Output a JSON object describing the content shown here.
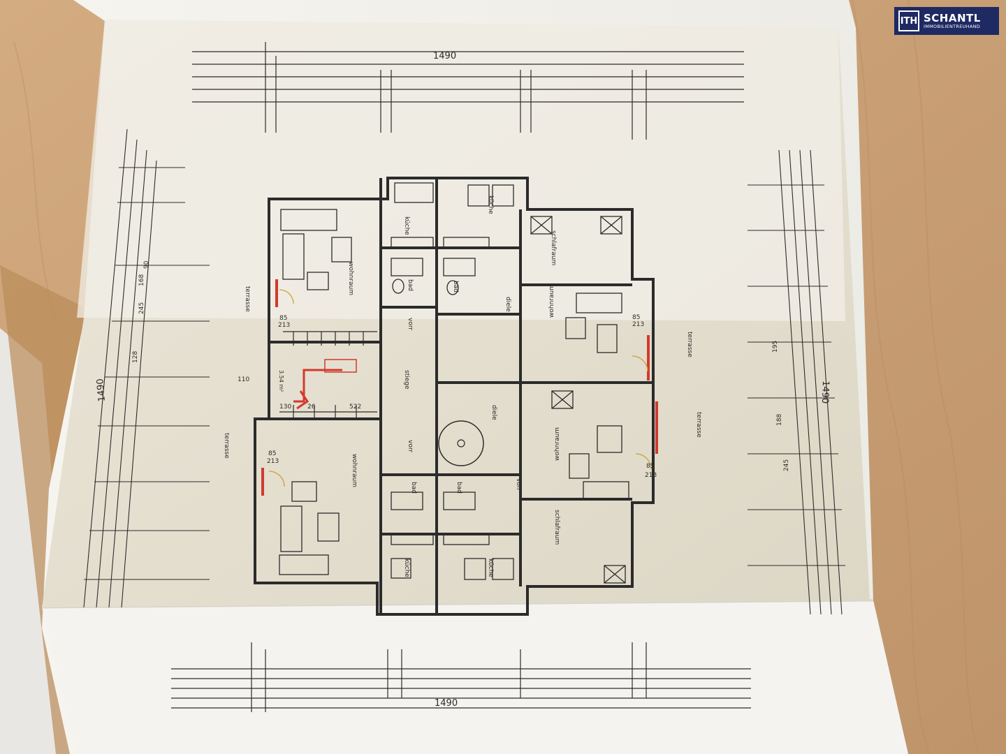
{
  "logo": {
    "mark": "ITH",
    "name": "SCHANTL",
    "subtitle": "IMMOBILIENTREUHAND",
    "background": "#1f2a63"
  },
  "plan": {
    "overall_width_top": "1490",
    "overall_width_bottom": "1490",
    "overall_height_left": "1490",
    "overall_height_right": "1490",
    "rooms": {
      "wohnraum": "wohnraum",
      "kueche": "küche",
      "bad": "bad",
      "vorr": "vorr",
      "schlafraum": "schlafraum",
      "diele": "diele",
      "terrasse": "terrasse",
      "stiege": "stiege"
    },
    "dims": {
      "d85": "85",
      "d213": "213",
      "d110": "110",
      "d130": "130",
      "d26": "26",
      "d522": "522",
      "d195": "195",
      "d90": "90",
      "d168": "168",
      "d245": "245",
      "d128": "128",
      "d188": "188"
    },
    "stair_area": "3.54 m²"
  },
  "colors": {
    "desk": "#caa27a",
    "paper": "#f3f0e8",
    "plan_paper": "#e6e1d3",
    "ink": "#2b2b2b",
    "red_accent": "#d23a2c"
  }
}
